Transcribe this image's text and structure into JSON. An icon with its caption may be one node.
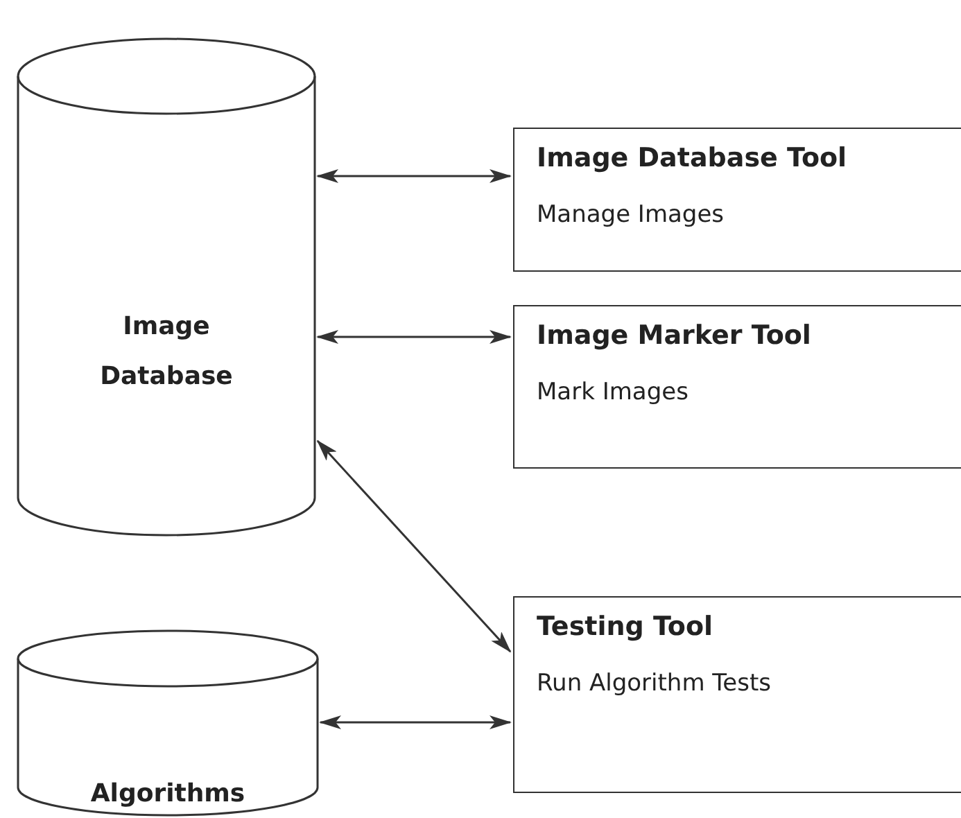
{
  "diagram": {
    "nodes": [
      {
        "text": [
          "Image Database"
        ]
      },
      {
        "text": [
          "Image Database Tool",
          "Manage Images"
        ]
      },
      {
        "text": [
          "Image Marker Tool",
          "Mark Images"
        ]
      },
      {
        "text": [
          "Testing Tool",
          "Run Algorithm Tests"
        ]
      },
      {
        "text": [
          "Algorithms"
        ]
      }
    ],
    "edges": [
      {
        "from": 0,
        "to": 1,
        "arrow": "both"
      },
      {
        "from": 0,
        "to": 2,
        "arrow": "both"
      },
      {
        "from": 0,
        "to": 3,
        "arrow": "both"
      },
      {
        "from": 4,
        "to": 3,
        "arrow": "both"
      }
    ]
  }
}
